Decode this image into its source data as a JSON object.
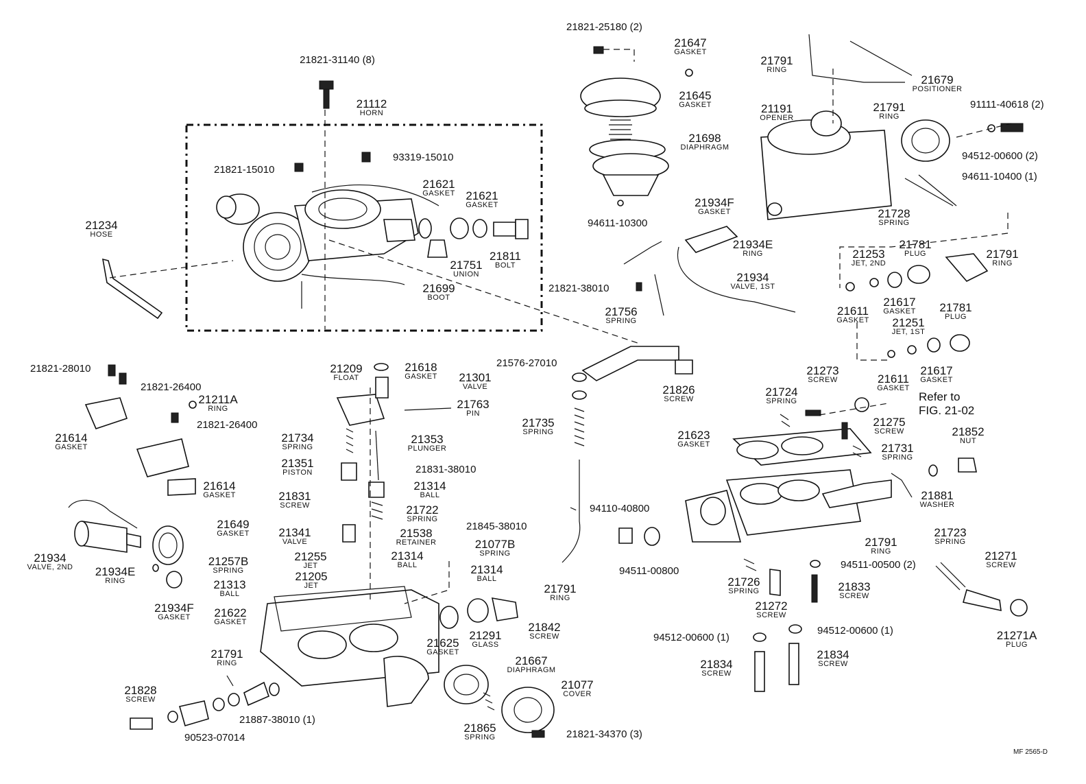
{
  "diagram_code": "MF 2565-D",
  "labels": [
    {
      "id": "21821-31140",
      "num": "21821-31140 (8)",
      "desc": ""
    },
    {
      "id": "21112",
      "num": "21112",
      "desc": "HORN"
    },
    {
      "id": "93319-15010",
      "num": "93319-15010",
      "desc": ""
    },
    {
      "id": "21821-15010",
      "num": "21821-15010",
      "desc": ""
    },
    {
      "id": "21621a",
      "num": "21621",
      "desc": "GASKET"
    },
    {
      "id": "21621b",
      "num": "21621",
      "desc": "GASKET"
    },
    {
      "id": "21234",
      "num": "21234",
      "desc": "HOSE"
    },
    {
      "id": "21751",
      "num": "21751",
      "desc": "UNION"
    },
    {
      "id": "21811",
      "num": "21811",
      "desc": "BOLT"
    },
    {
      "id": "21699",
      "num": "21699",
      "desc": "BOOT"
    },
    {
      "id": "21821-25180",
      "num": "21821-25180 (2)",
      "desc": ""
    },
    {
      "id": "21647",
      "num": "21647",
      "desc": "GASKET"
    },
    {
      "id": "21645",
      "num": "21645",
      "desc": "GASKET"
    },
    {
      "id": "21698",
      "num": "21698",
      "desc": "DIAPHRAGM"
    },
    {
      "id": "94611-10300",
      "num": "94611-10300",
      "desc": ""
    },
    {
      "id": "21821-38010",
      "num": "21821-38010",
      "desc": ""
    },
    {
      "id": "21756",
      "num": "21756",
      "desc": "SPRING"
    },
    {
      "id": "21791a",
      "num": "21791",
      "desc": "RING"
    },
    {
      "id": "21679",
      "num": "21679",
      "desc": "POSITIONER"
    },
    {
      "id": "21791b",
      "num": "21791",
      "desc": "RING"
    },
    {
      "id": "21191",
      "num": "21191",
      "desc": "OPENER"
    },
    {
      "id": "91111-40618",
      "num": "91111-40618 (2)",
      "desc": ""
    },
    {
      "id": "94512-00600a",
      "num": "94512-00600 (2)",
      "desc": ""
    },
    {
      "id": "94611-10400",
      "num": "94611-10400 (1)",
      "desc": ""
    },
    {
      "id": "21934F-top",
      "num": "21934F",
      "desc": "GASKET"
    },
    {
      "id": "21728",
      "num": "21728",
      "desc": "SPRING"
    },
    {
      "id": "21934E-top",
      "num": "21934E",
      "desc": "RING"
    },
    {
      "id": "21934-top",
      "num": "21934",
      "desc": "VALVE, 1ST"
    },
    {
      "id": "21253",
      "num": "21253",
      "desc": "JET, 2ND"
    },
    {
      "id": "21781a",
      "num": "21781",
      "desc": "PLUG"
    },
    {
      "id": "21791c",
      "num": "21791",
      "desc": "RING"
    },
    {
      "id": "21611a",
      "num": "21611",
      "desc": "GASKET"
    },
    {
      "id": "21617a",
      "num": "21617",
      "desc": "GASKET"
    },
    {
      "id": "21781b",
      "num": "21781",
      "desc": "PLUG"
    },
    {
      "id": "21251",
      "num": "21251",
      "desc": "JET, 1ST"
    },
    {
      "id": "21617b",
      "num": "21617",
      "desc": "GASKET"
    },
    {
      "id": "21611b",
      "num": "21611",
      "desc": "GASKET"
    },
    {
      "id": "21821-28010",
      "num": "21821-28010",
      "desc": ""
    },
    {
      "id": "21821-26400a",
      "num": "21821-26400",
      "desc": ""
    },
    {
      "id": "21211A",
      "num": "21211A",
      "desc": "RING"
    },
    {
      "id": "21821-26400b",
      "num": "21821-26400",
      "desc": ""
    },
    {
      "id": "21614a",
      "num": "21614",
      "desc": "GASKET"
    },
    {
      "id": "21614b",
      "num": "21614",
      "desc": "GASKET"
    },
    {
      "id": "21209",
      "num": "21209",
      "desc": "FLOAT"
    },
    {
      "id": "21618",
      "num": "21618",
      "desc": "GASKET"
    },
    {
      "id": "21301",
      "num": "21301",
      "desc": "VALVE"
    },
    {
      "id": "21763",
      "num": "21763",
      "desc": "PIN"
    },
    {
      "id": "21576-27010",
      "num": "21576-27010",
      "desc": ""
    },
    {
      "id": "21826",
      "num": "21826",
      "desc": "SCREW"
    },
    {
      "id": "21735",
      "num": "21735",
      "desc": "SPRING"
    },
    {
      "id": "21734",
      "num": "21734",
      "desc": "SPRING"
    },
    {
      "id": "21353",
      "num": "21353",
      "desc": "PLUNGER"
    },
    {
      "id": "21351",
      "num": "21351",
      "desc": "PISTON"
    },
    {
      "id": "21831-38010",
      "num": "21831-38010",
      "desc": ""
    },
    {
      "id": "21314a",
      "num": "21314",
      "desc": "BALL"
    },
    {
      "id": "21831",
      "num": "21831",
      "desc": "SCREW"
    },
    {
      "id": "21722",
      "num": "21722",
      "desc": "SPRING"
    },
    {
      "id": "21649",
      "num": "21649",
      "desc": "GASKET"
    },
    {
      "id": "21341",
      "num": "21341",
      "desc": "VALVE"
    },
    {
      "id": "21538",
      "num": "21538",
      "desc": "RETAINER"
    },
    {
      "id": "21845-38010",
      "num": "21845-38010",
      "desc": ""
    },
    {
      "id": "21077B",
      "num": "21077B",
      "desc": "SPRING"
    },
    {
      "id": "21314b",
      "num": "21314",
      "desc": "BALL"
    },
    {
      "id": "21255",
      "num": "21255",
      "desc": "JET"
    },
    {
      "id": "21257B",
      "num": "21257B",
      "desc": "SPRING"
    },
    {
      "id": "21205",
      "num": "21205",
      "desc": "JET"
    },
    {
      "id": "21314c",
      "num": "21314",
      "desc": "BALL"
    },
    {
      "id": "21313",
      "num": "21313",
      "desc": "BALL"
    },
    {
      "id": "21934-2nd",
      "num": "21934",
      "desc": "VALVE, 2ND"
    },
    {
      "id": "21934E-2nd",
      "num": "21934E",
      "desc": "RING"
    },
    {
      "id": "21934F-2nd",
      "num": "21934F",
      "desc": "GASKET"
    },
    {
      "id": "21622",
      "num": "21622",
      "desc": "GASKET"
    },
    {
      "id": "21791d",
      "num": "21791",
      "desc": "RING"
    },
    {
      "id": "21828",
      "num": "21828",
      "desc": "SCREW"
    },
    {
      "id": "21887-38010",
      "num": "21887-38010 (1)",
      "desc": ""
    },
    {
      "id": "90523-07014",
      "num": "90523-07014",
      "desc": ""
    },
    {
      "id": "21625",
      "num": "21625",
      "desc": "GASKET"
    },
    {
      "id": "21291",
      "num": "21291",
      "desc": "GLASS"
    },
    {
      "id": "21667",
      "num": "21667",
      "desc": "DIAPHRAGM"
    },
    {
      "id": "21077",
      "num": "21077",
      "desc": "COVER"
    },
    {
      "id": "21865",
      "num": "21865",
      "desc": "SPRING"
    },
    {
      "id": "21821-34370",
      "num": "21821-34370 (3)",
      "desc": ""
    },
    {
      "id": "21842",
      "num": "21842",
      "desc": "SCREW"
    },
    {
      "id": "21791e",
      "num": "21791",
      "desc": "RING"
    },
    {
      "id": "94110-40800",
      "num": "94110-40800",
      "desc": ""
    },
    {
      "id": "94511-00800",
      "num": "94511-00800",
      "desc": ""
    },
    {
      "id": "21273",
      "num": "21273",
      "desc": "SCREW"
    },
    {
      "id": "21724",
      "num": "21724",
      "desc": "SPRING"
    },
    {
      "id": "21623",
      "num": "21623",
      "desc": "GASKET"
    },
    {
      "id": "21275",
      "num": "21275",
      "desc": "SCREW"
    },
    {
      "id": "21731",
      "num": "21731",
      "desc": "SPRING"
    },
    {
      "id": "21852",
      "num": "21852",
      "desc": "NUT"
    },
    {
      "id": "21881",
      "num": "21881",
      "desc": "WASHER"
    },
    {
      "id": "21791f",
      "num": "21791",
      "desc": "RING"
    },
    {
      "id": "21723",
      "num": "21723",
      "desc": "SPRING"
    },
    {
      "id": "21271",
      "num": "21271",
      "desc": "SCREW"
    },
    {
      "id": "94511-00500",
      "num": "94511-00500 (2)",
      "desc": ""
    },
    {
      "id": "21726",
      "num": "21726",
      "desc": "SPRING"
    },
    {
      "id": "21272",
      "num": "21272",
      "desc": "SCREW"
    },
    {
      "id": "21833",
      "num": "21833",
      "desc": "SCREW"
    },
    {
      "id": "94512-00600b",
      "num": "94512-00600 (1)",
      "desc": ""
    },
    {
      "id": "94512-00600c",
      "num": "94512-00600 (1)",
      "desc": ""
    },
    {
      "id": "21834a",
      "num": "21834",
      "desc": "SCREW"
    },
    {
      "id": "21834b",
      "num": "21834",
      "desc": "SCREW"
    },
    {
      "id": "21271A",
      "num": "21271A",
      "desc": "PLUG"
    }
  ],
  "reference": {
    "line1": "Refer to",
    "line2": "FIG. 21-02"
  }
}
